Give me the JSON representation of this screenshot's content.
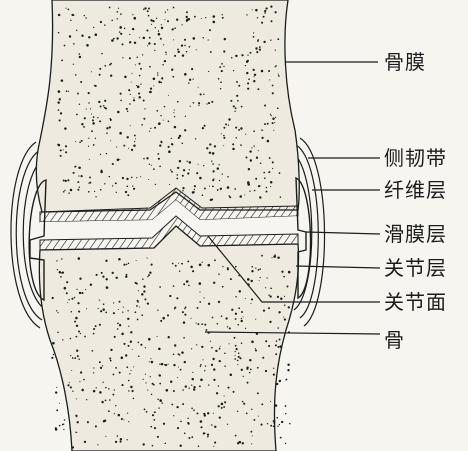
{
  "labels": {
    "periosteum": "骨膜",
    "lateral_ligament": "侧韧带",
    "fibrous_layer": "纤维层",
    "synovial_layer": "滑膜层",
    "joint_layer": "关节层",
    "articular_surface": "关节面",
    "bone": "骨"
  },
  "colors": {
    "ink": "#1c1c1c",
    "paper": "#f6f5f0",
    "bone_fill": "#eeeae0"
  }
}
